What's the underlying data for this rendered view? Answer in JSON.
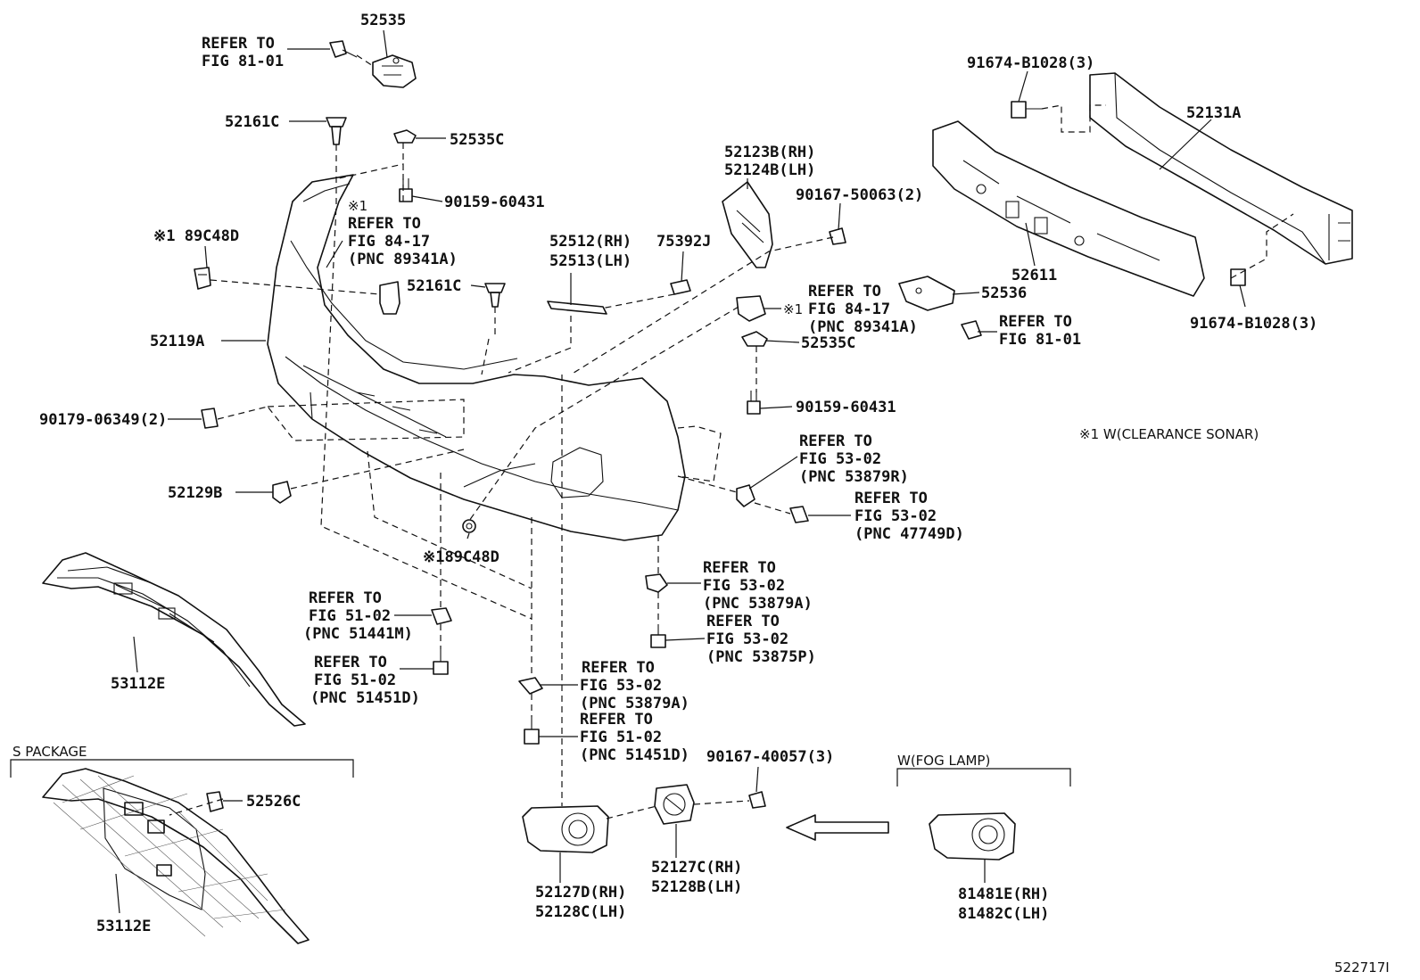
{
  "diagram_id": "522717I",
  "sections": {
    "s_package": "S PACKAGE",
    "fog_lamp": "W(FOG LAMP)",
    "note": "※1 W(CLEARANCE SONAR)"
  },
  "labels": {
    "p52535": "52535",
    "refer_81_01_a1": "REFER TO",
    "refer_81_01_a2": "FIG 81-01",
    "p52161c_a": "52161C",
    "p52535c_a": "52535C",
    "p90159_a": "90159-60431",
    "refer_84_17_a0": "※1",
    "refer_84_17_a1": "REFER TO",
    "refer_84_17_a2": "FIG 84-17",
    "refer_84_17_a3": "(PNC 89341A)",
    "p89c48d_a": "※1 89C48D",
    "p52161c_b": "52161C",
    "p52512": "52512(RH)",
    "p52513": "52513(LH)",
    "p75392j": "75392J",
    "p52123b": "52123B(RH)",
    "p52124b": "52124B(LH)",
    "p90167_50063": "90167-50063(2)",
    "p91674_top": "91674-B1028(3)",
    "p52131a": "52131A",
    "p52611": "52611",
    "p52536": "52536",
    "refer_84_17_b1": "REFER TO",
    "refer_84_17_b0": "※1",
    "refer_84_17_b2": "FIG 84-17",
    "refer_84_17_b3": "(PNC 89341A)",
    "refer_81_01_b1": "REFER TO",
    "refer_81_01_b2": "FIG 81-01",
    "p91674_bottom": "91674-B1028(3)",
    "p52535c_b": "52535C",
    "p90159_b": "90159-60431",
    "p52119a": "52119A",
    "p90179": "90179-06349(2)",
    "p52129b": "52129B",
    "p89c48d_b": "※189C48D",
    "refer_53879r_1": "REFER TO",
    "refer_53879r_2": "FIG 53-02",
    "refer_53879r_3": "(PNC 53879R)",
    "refer_47749d_1": "REFER TO",
    "refer_47749d_2": "FIG 53-02",
    "refer_47749d_3": "(PNC 47749D)",
    "refer_53879a_r1": "REFER TO",
    "refer_53879a_r2": "FIG 53-02",
    "refer_53879a_r3": "(PNC 53879A)",
    "refer_53875p_1": "REFER TO",
    "refer_53875p_2": "FIG 53-02",
    "refer_53875p_3": "(PNC 53875P)",
    "refer_51441m_1": "REFER TO",
    "refer_51441m_2": "FIG 51-02",
    "refer_51441m_3": "(PNC 51441M)",
    "refer_51451d_a1": "REFER TO",
    "refer_51451d_a2": "FIG 51-02",
    "refer_51451d_a3": "(PNC 51451D)",
    "refer_53879a_c1": "REFER TO",
    "refer_53879a_c2": "FIG 53-02",
    "refer_53879a_c3": "(PNC 53879A)",
    "refer_51451d_b1": "REFER TO",
    "refer_51451d_b2": "FIG 51-02",
    "refer_51451d_b3": "(PNC 51451D)",
    "p53112e_a": "53112E",
    "p52526c": "52526C",
    "p53112e_b": "53112E",
    "p90167_40057": "90167-40057(3)",
    "p52127d": "52127D(RH)",
    "p52128c": "52128C(LH)",
    "p52127c": "52127C(RH)",
    "p52128b": "52128B(LH)",
    "p81481e": "81481E(RH)",
    "p81482c": "81482C(LH)"
  }
}
